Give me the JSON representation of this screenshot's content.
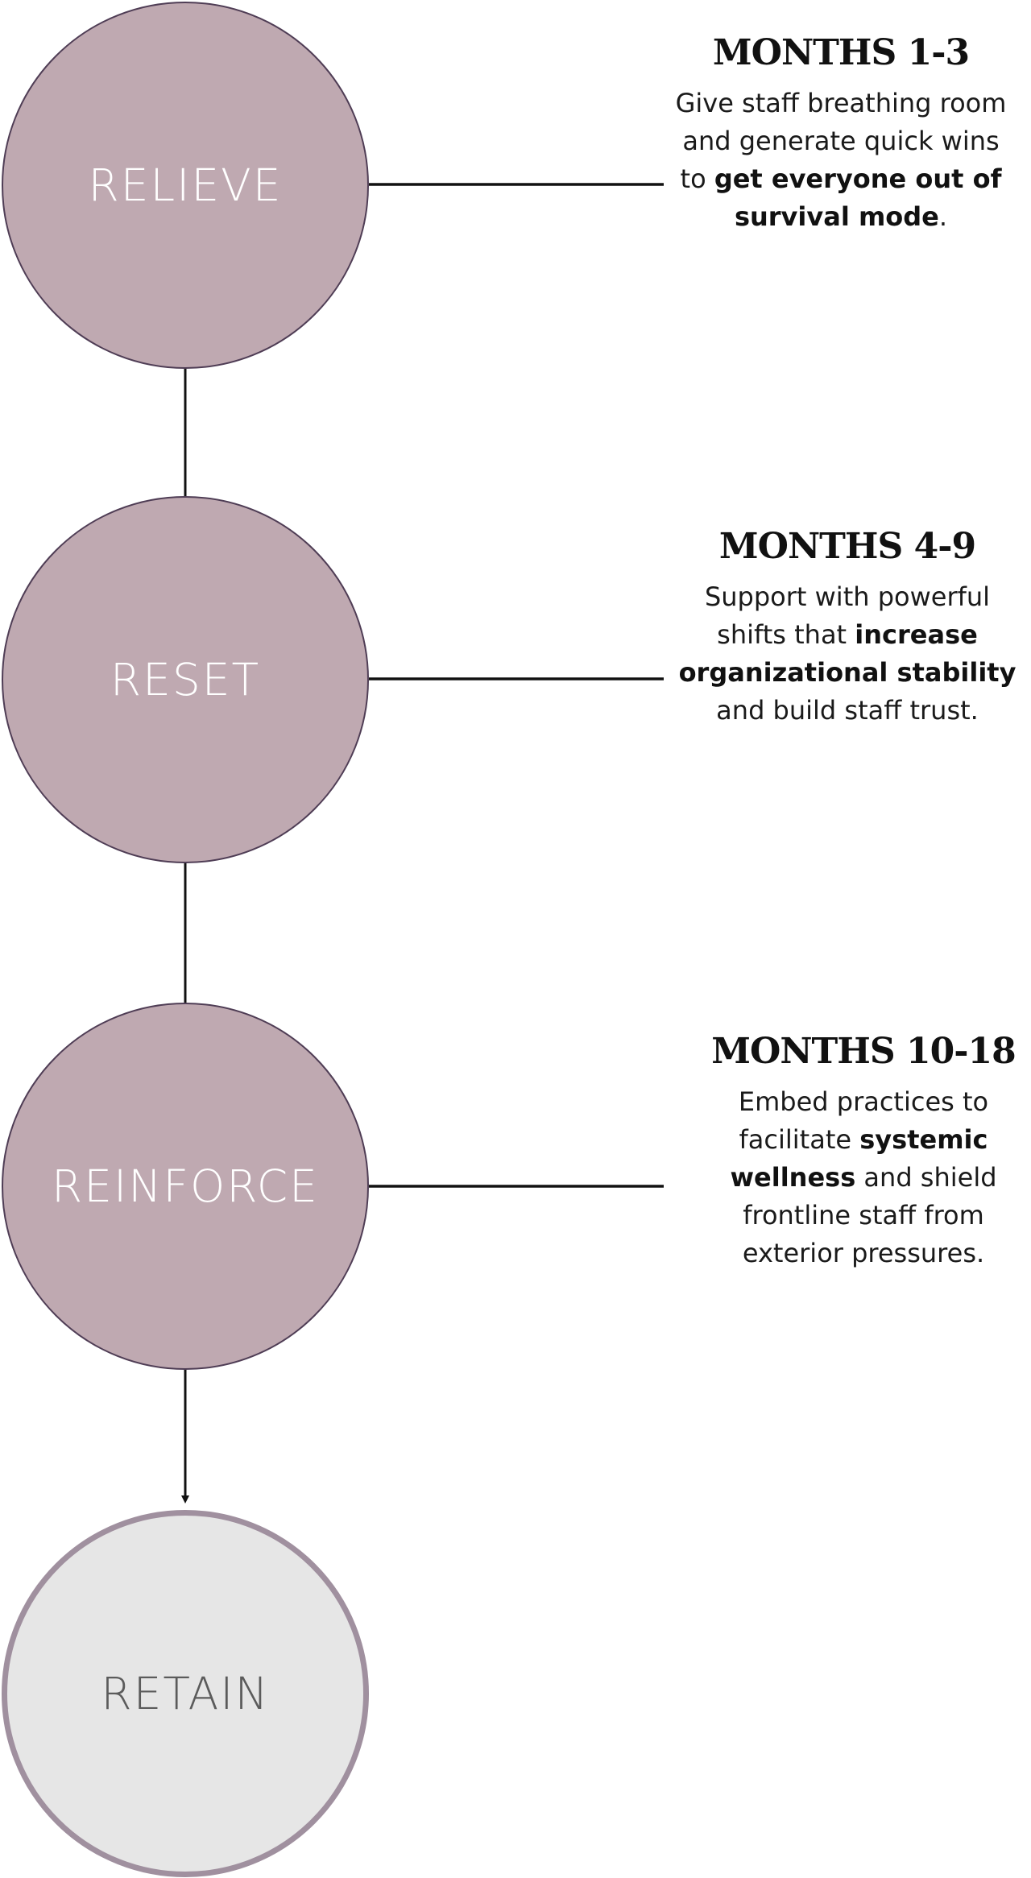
{
  "stages": [
    {
      "label": "RELIEVE",
      "period": "MONTHS 1-3",
      "description": [
        {
          "text": "Give staff breathing room and generate quick wins to ",
          "bold": false
        },
        {
          "text": "get everyone out of survival mode",
          "bold": true
        },
        {
          "text": ".",
          "bold": false
        }
      ]
    },
    {
      "label": "RESET",
      "period": "MONTHS 4-9",
      "description": [
        {
          "text": "Support with powerful shifts that ",
          "bold": false
        },
        {
          "text": "increase organizational stability",
          "bold": true
        },
        {
          "text": " and build staff trust.",
          "bold": false
        }
      ]
    },
    {
      "label": "REINFORCE",
      "period": "MONTHS 10-18",
      "description": [
        {
          "text": "Embed practices to facilitate ",
          "bold": false
        },
        {
          "text": "systemic wellness",
          "bold": true
        },
        {
          "text": " and shield frontline staff from exterior pressures.",
          "bold": false
        }
      ]
    }
  ],
  "goal": {
    "label": "RETAIN"
  },
  "colors": {
    "phase_fill": "#bfa9b1",
    "phase_border": "#4f3d55",
    "goal_fill": "#e6e6e6",
    "goal_border": "#a0909f",
    "connector": "#111111"
  }
}
